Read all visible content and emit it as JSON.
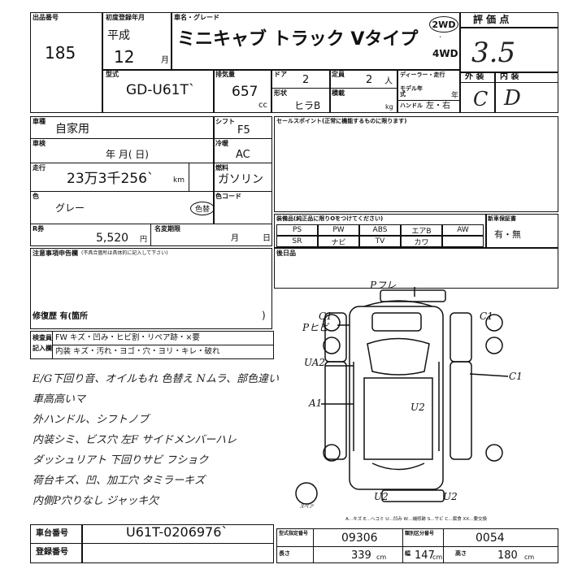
{
  "header": {
    "lot_label": "出品番号",
    "lot_number": "185",
    "first_reg_label": "初度登録年月",
    "era": "平成",
    "reg_year": "12",
    "month_unit": "月",
    "car_name_label": "車名・グレード",
    "car_name": "ミニキャブ トラック Vタイプ",
    "drive_2wd": "2WD",
    "drive_4wd": "4WD",
    "score_label": "評 価 点",
    "score": "3.5"
  },
  "specs": {
    "model_label": "型式",
    "model": "GD-U61T`",
    "displacement_label": "排気量",
    "displacement": "657",
    "displacement_unit": "cc",
    "doors_label": "ドア",
    "doors": "2",
    "capacity_label": "定員",
    "capacity": "2",
    "capacity_unit": "人",
    "shape_label": "形状",
    "shape": "ヒラB",
    "load_label": "積載",
    "load_unit": "kg",
    "dealer_label": "ディーラー・走行",
    "model_year_label": "モデル年式",
    "year_unit": "年",
    "handle_label": "ハンドル",
    "handle_value": "左・右",
    "exterior_label": "外 装",
    "interior_label": "内 装",
    "exterior_grade": "C",
    "interior_grade": "D"
  },
  "details": {
    "type_label": "車種",
    "type_value": "自家用",
    "inspection_label": "車検",
    "inspection_value": "年   月(   日)",
    "mileage_label": "走行",
    "mileage_value": "23万3千256`",
    "mileage_unit": "km",
    "color_label": "色",
    "color_value": "グレー",
    "color_change": "色替",
    "rcert_label": "R券",
    "rcert_value": "5,520",
    "rcert_unit": "円",
    "name_change_label": "名変期限",
    "name_change_month": "月",
    "name_change_day": "日",
    "shift_label": "シフト",
    "shift_value": "F5",
    "ac_label": "冷暖",
    "ac_value": "AC",
    "fuel_label": "燃料",
    "fuel_value": "ガソリン",
    "color_code_label": "色コード",
    "sales_point_label": "セールスポイント(正常に機能するものに限ります)"
  },
  "equipment": {
    "label": "装備品(純正品に限りOをつけてください)",
    "items_row1": [
      "PS",
      "PW",
      "ABS",
      "エアB",
      "AW"
    ],
    "items_row2": [
      "SR",
      "ナビ",
      "TV",
      "カワ",
      ""
    ],
    "new_label": "新車保証書",
    "new_value": "有・無"
  },
  "notes": {
    "caution_label": "注意事項申告欄",
    "caution_sub": "(不具合箇所は具体的に記入して下さい)",
    "repair_label": "修復歴  有(箇所",
    "back_label": "後日品",
    "inspector_label": "検査員記入欄",
    "fw_row": "FW キズ・凹み・ヒビ割・リペア跡・×要",
    "int_row": "内装 キズ・汚れ・ヨゴ・穴・ヨリ・キレ・破れ",
    "handwritten": [
      "E/G下回り音、オイルもれ  色替え Nムラ、部色違い",
      "車高高いマ",
      "外ハンドル、シフトノブ",
      "内装シミ、ビス穴     左F サイドメンバーハレ",
      "ダッシュリアト      下回りサビ フショク",
      "荷台キズ、凹、加工穴 タミラーキズ",
      "内側P穴りなし      ジャッキ欠"
    ]
  },
  "diagram": {
    "labels": [
      "Pフレ",
      "C1",
      "Pヒビ",
      "C1",
      "UA2",
      "A1",
      "U2",
      "C1",
      "U2",
      "U2",
      "スペア"
    ],
    "legend": "A…キズ E…ヘコミ U…凹み W…補修跡 S…サビ C…腐食 XX…要交換"
  },
  "footer": {
    "chassis_label": "車台番号",
    "chassis_value": "U61T-0206976`",
    "reg_label": "登録番号",
    "type_cert_label": "型式指定番号",
    "type_cert_value": "09306",
    "category_label": "類別区分番号",
    "category_value": "0054",
    "length_label": "長さ",
    "length_value": "339",
    "width_label": "幅",
    "width_value": "147",
    "height_label": "高さ",
    "height_value": "180",
    "dim_unit": "cm"
  }
}
